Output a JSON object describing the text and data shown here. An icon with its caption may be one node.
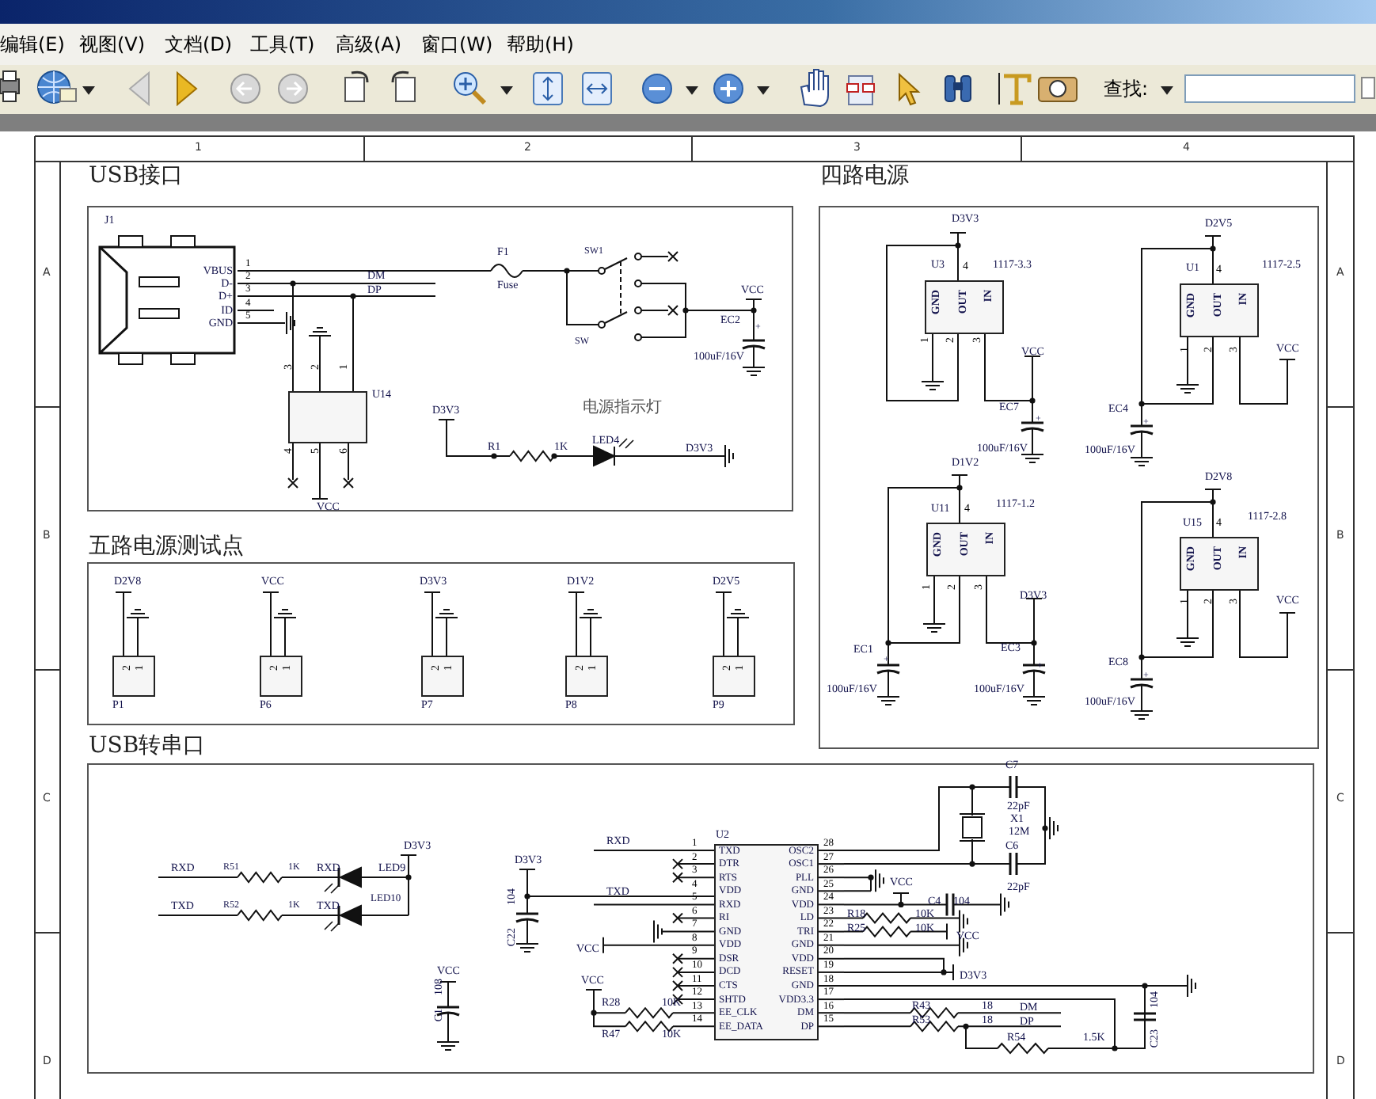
{
  "diagram": {
    "nodes": [
      {
        "text": [
          "USB接口"
        ]
      },
      {
        "text": [
          "VBUS",
          "D-",
          "D+",
          "ID",
          "GND"
        ],
        "in": 0,
        "beside": [
          "J1"
        ]
      },
      {
        "text": [],
        "shape": "box",
        "in": 0,
        "beside": [
          "U14"
        ]
      },
      {
        "text": [
          "四路电源"
        ]
      },
      {
        "text": [
          "GND",
          "OUT",
          "IN"
        ],
        "in": 3,
        "beside": [
          "U3",
          "1117-3.3"
        ]
      },
      {
        "text": [
          "GND",
          "OUT",
          "IN"
        ],
        "in": 3,
        "beside": [
          "U1",
          "1117-2.5"
        ]
      },
      {
        "text": [
          "GND",
          "OUT",
          "IN"
        ],
        "in": 3,
        "beside": [
          "U11",
          "1117-1.2"
        ]
      },
      {
        "text": [
          "GND",
          "OUT",
          "IN"
        ],
        "in": 3,
        "beside": [
          "U15",
          "1117-2.8"
        ]
      },
      {
        "text": [
          "五路电源测试点"
        ]
      },
      {
        "text": [
          "2",
          "1"
        ],
        "in": 8,
        "beside": [
          "P1"
        ]
      },
      {
        "text": [
          "2",
          "1"
        ],
        "in": 8,
        "beside": [
          "P6"
        ]
      },
      {
        "text": [
          "2",
          "1"
        ],
        "in": 8,
        "beside": [
          "P7"
        ]
      },
      {
        "text": [
          "2",
          "1"
        ],
        "in": 8,
        "beside": [
          "P8"
        ]
      },
      {
        "text": [
          "2",
          "1"
        ],
        "in": 8,
        "beside": [
          "P9"
        ]
      },
      {
        "text": [
          "USB转串口"
        ]
      },
      {
        "text": [
          "TXD",
          "DTR",
          "RTS",
          "VDD",
          "RXD",
          "RI",
          "GND",
          "VDD",
          "DSR",
          "DCD",
          "CTS",
          "SHTD",
          "EE_CLK",
          "EE_DATA",
          "OSC2",
          "OSC1",
          "PLL",
          "GND",
          "VDD",
          "LD",
          "TRI",
          "GND",
          "VDD",
          "RESET",
          "GND",
          "VDD3.3",
          "DM",
          "DP"
        ],
        "in": 14,
        "beside": [
          "U2"
        ]
      }
    ],
    "edges": [
      {
        "from": 1,
        "to": 2,
        "arrow": "none"
      },
      {
        "from": 1,
        "to": 2,
        "arrow": "none"
      },
      {
        "from": 1,
        "to": null,
        "arrow": "none"
      },
      {
        "from": 1,
        "to": null,
        "arrow": "none"
      }
    ],
    "labels": [
      "编辑(E)",
      "视图(V)",
      "文档(D)",
      "工具(T)",
      "高级(A)",
      "窗口(W)",
      "帮助(H)",
      "查找:",
      "1",
      "2",
      "3",
      "4",
      "A",
      "A",
      "B",
      "B",
      "C",
      "C",
      "D",
      "D",
      "1",
      "2",
      "3",
      "4",
      "5",
      "DM",
      "DP",
      "F1",
      "Fuse",
      "SW1",
      "SW",
      "VCC",
      "EC2",
      "+",
      "100uF/16V",
      "3",
      "2",
      "1",
      "4",
      "5",
      "6",
      "VCC",
      "D3V3",
      "电源指示灯",
      "R1",
      "1K",
      "LED4",
      "D3V3",
      "D3V3",
      "4",
      "1",
      "2",
      "3",
      "VCC",
      "EC7",
      "+",
      "100uF/16V",
      "D2V5",
      "4",
      "1",
      "2",
      "3",
      "VCC",
      "EC4",
      "+",
      "100uF/16V",
      "D1V2",
      "4",
      "1",
      "2",
      "3",
      "D3V3",
      "EC1",
      "EC3",
      "+",
      "+",
      "100uF/16V",
      "100uF/16V",
      "D2V8",
      "4",
      "1",
      "2",
      "3",
      "VCC",
      "EC8",
      "+",
      "100uF/16V",
      "D2V8",
      "VCC",
      "D3V3",
      "D1V2",
      "D2V5",
      "RXD",
      "R51",
      "1K",
      "RXD",
      "LED9",
      "D3V3",
      "TXD",
      "R52",
      "1K",
      "TXD",
      "LED10",
      "D3V3",
      "104",
      "C22",
      "VCC",
      "108",
      "C1",
      "RXD",
      "TXD",
      "VCC",
      "VCC",
      "R28",
      "R47",
      "10K",
      "10K",
      "1",
      "2",
      "3",
      "4",
      "5",
      "6",
      "7",
      "8",
      "9",
      "10",
      "11",
      "12",
      "13",
      "14",
      "28",
      "27",
      "26",
      "25",
      "24",
      "23",
      "22",
      "21",
      "20",
      "19",
      "18",
      "17",
      "16",
      "15",
      "C7",
      "22pF",
      "X1",
      "12M",
      "C6",
      "VCC",
      "22pF",
      "C4",
      "104",
      "R18",
      "10K",
      "R25",
      "10K",
      "VCC",
      "D3V3",
      "R43",
      "18",
      "DM",
      "R53",
      "18",
      "DP",
      "R54",
      "1.5K",
      "104",
      "C23"
    ]
  }
}
